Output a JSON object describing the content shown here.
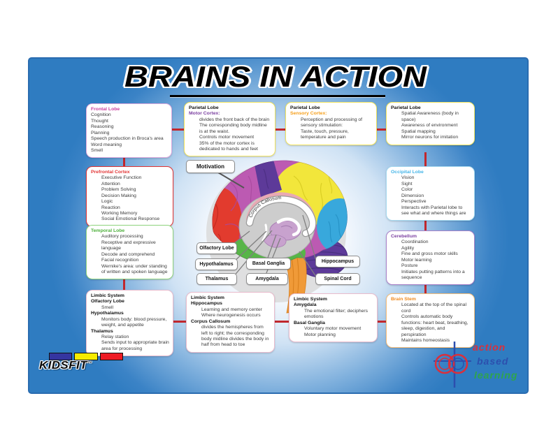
{
  "title": "BRAINS IN ACTION",
  "colors": {
    "poster_blue": "#2f7cc1",
    "line_red": "#c1272d",
    "frontal_title": "#cb3d9e",
    "frontal_border": "#dcaade",
    "prefrontal": "#e23434",
    "temporal_title": "#4eb03c",
    "temporal_border": "#90d47e",
    "limbic_border": "#eabccd",
    "parietal_border": "#f2e45e",
    "motor_purple": "#7b3fa0",
    "sensory_orange": "#f59e19",
    "occipital_title": "#45b5e8",
    "occipital_border": "#a5d9f0",
    "cerebellum_title": "#7b3fa0",
    "cerebellum_border": "#a981c9",
    "brainstem_title": "#f08a1d",
    "brainstem_border": "#f6bd7a"
  },
  "boxes": {
    "frontal": [
      {
        "t": "Frontal Lobe",
        "k": "t1"
      },
      {
        "t": "Cognition",
        "k": "p"
      },
      {
        "t": "Thought",
        "k": "p"
      },
      {
        "t": "Reasoning",
        "k": "p"
      },
      {
        "t": "Planning",
        "k": "p"
      },
      {
        "t": "Speech production in Broca's area",
        "k": "p"
      },
      {
        "t": "Word meaning",
        "k": "p"
      },
      {
        "t": "Smell",
        "k": "p"
      }
    ],
    "prefrontal": [
      {
        "t": "Prefrontal Cortex",
        "k": "t1"
      },
      {
        "t": "Executive Function",
        "k": "i"
      },
      {
        "t": "Attention",
        "k": "i"
      },
      {
        "t": "Problem Solving",
        "k": "i"
      },
      {
        "t": "Decision Making",
        "k": "i"
      },
      {
        "t": "Logic",
        "k": "i"
      },
      {
        "t": "Reaction",
        "k": "i"
      },
      {
        "t": "Working Memory",
        "k": "i"
      },
      {
        "t": "Social Emotional Response",
        "k": "i"
      }
    ],
    "temporal": [
      {
        "t": "Temporal Lobe",
        "k": "t1"
      },
      {
        "t": "Auditory processing",
        "k": "i"
      },
      {
        "t": "Receptive and expressive language",
        "k": "i"
      },
      {
        "t": "Decode and comprehend",
        "k": "i"
      },
      {
        "t": "Facial recognition",
        "k": "i"
      },
      {
        "t": "Wernike's area: under standing of written and spoken language",
        "k": "i"
      }
    ],
    "limbic_left": [
      {
        "t": "Limbic System",
        "k": "b"
      },
      {
        "t": "Olfactory Lobe",
        "k": "b"
      },
      {
        "t": "Smell",
        "k": "i"
      },
      {
        "t": "Hypothalamus",
        "k": "b"
      },
      {
        "t": "Monitors body: blood pressure, weight, and appetite",
        "k": "i"
      },
      {
        "t": "Thalamus",
        "k": "b"
      },
      {
        "t": "Relay station",
        "k": "i"
      },
      {
        "t": "Sends input to appropriate brain area for processing",
        "k": "i"
      }
    ],
    "motor": [
      {
        "t": "Parietal Lobe",
        "k": "b"
      },
      {
        "t": "Motor Cortex:",
        "k": "t2"
      },
      {
        "t": "divides the front back of the brain",
        "k": "i"
      },
      {
        "t": "The corresponding body midline is at the waist.",
        "k": "i"
      },
      {
        "t": "Controls motor movement",
        "k": "i"
      },
      {
        "t": "35% of the motor cortex is dedicated to hands and feet",
        "k": "i"
      }
    ],
    "sensory": [
      {
        "t": "Parietal Lobe",
        "k": "b"
      },
      {
        "t": "Sensory Cortex:",
        "k": "t2"
      },
      {
        "t": "Perception and processing of sensory stimulation:",
        "k": "i"
      },
      {
        "t": "Taste, touch, pressure, temperature and pain",
        "k": "i"
      }
    ],
    "parietal_spatial": [
      {
        "t": "Parietal Lobe",
        "k": "b"
      },
      {
        "t": "Spatial Awareness (body in space)",
        "k": "i"
      },
      {
        "t": "Awareness of environment",
        "k": "i"
      },
      {
        "t": "Spatial mapping",
        "k": "i"
      },
      {
        "t": "Mirror neurons for imitation",
        "k": "i"
      }
    ],
    "occipital": [
      {
        "t": "Occipital Lobe",
        "k": "t1"
      },
      {
        "t": "Vision",
        "k": "i"
      },
      {
        "t": "Sight",
        "k": "i"
      },
      {
        "t": "Color",
        "k": "i"
      },
      {
        "t": "Dimension",
        "k": "i"
      },
      {
        "t": "Perspective",
        "k": "i"
      },
      {
        "t": "Interacts with Parietal lobe to see what and where things are",
        "k": "i"
      }
    ],
    "cerebellum": [
      {
        "t": "Cerebellum",
        "k": "t1"
      },
      {
        "t": "Coordination",
        "k": "i"
      },
      {
        "t": "Agility",
        "k": "i"
      },
      {
        "t": "Fine and gross motor skills",
        "k": "i"
      },
      {
        "t": "Motor learning",
        "k": "i"
      },
      {
        "t": "Posture",
        "k": "i"
      },
      {
        "t": "Initiates putting patterns into a sequence",
        "k": "i"
      }
    ],
    "brainstem": [
      {
        "t": "Brain Stem",
        "k": "t1"
      },
      {
        "t": "Located at the top of the spinal cord",
        "k": "i"
      },
      {
        "t": "Controls automatic body functions: heart beat, breathing, sleep, digestion, and perspiration",
        "k": "i"
      },
      {
        "t": "Maintains homeostasis",
        "k": "i"
      }
    ],
    "limbic_hippocampus": [
      {
        "t": "Limbic System",
        "k": "b"
      },
      {
        "t": "Hippocampus",
        "k": "b"
      },
      {
        "t": "Learning and memory center",
        "k": "i"
      },
      {
        "t": "Where neurogenesis occurs",
        "k": "i"
      },
      {
        "t": "Corpus Callosum",
        "k": "b"
      },
      {
        "t": "divides the hemispheres from left to right; the corresponding body midline divides the body in half from head to toe",
        "k": "i"
      }
    ],
    "limbic_amygdala": [
      {
        "t": "Limbic System",
        "k": "b"
      },
      {
        "t": "Amygdala",
        "k": "b"
      },
      {
        "t": "The emotional filter; deciphers emotions",
        "k": "i"
      },
      {
        "t": "Basal Ganglia",
        "k": "b"
      },
      {
        "t": "Voluntary motor movement",
        "k": "i"
      },
      {
        "t": "Motor planning",
        "k": "i"
      }
    ]
  },
  "brain_labels": {
    "motivation": "Motivation",
    "olfactory": "Olfactory Lobe",
    "hypothalamus": "Hypothalamus",
    "thalamus": "Thalamus",
    "basal_ganglia": "Basal Ganglia",
    "amygdala": "Amygdala",
    "hippocampus": "Hippocampus",
    "spinal_cord": "Spinal Cord",
    "corpus_callosum": "Corpus Callosum"
  },
  "logos": {
    "kidsfit": "KIDSFIT",
    "kidsfit_tm": "™",
    "abl_words": [
      "action",
      "based",
      "learning"
    ]
  }
}
